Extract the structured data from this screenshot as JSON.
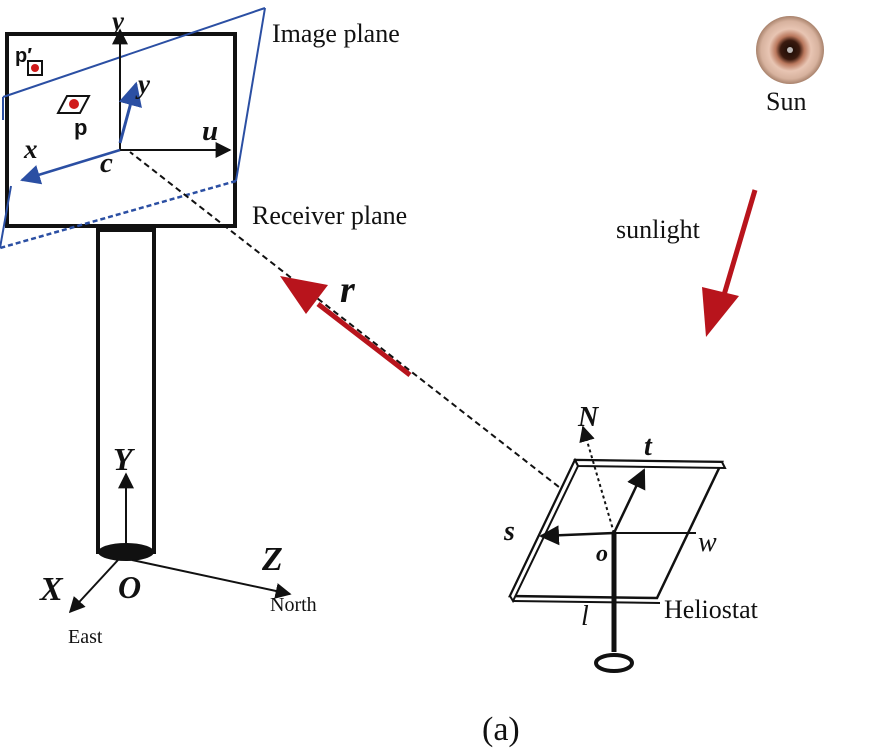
{
  "labels": {
    "image_plane": "Image plane",
    "receiver_plane": "Receiver plane",
    "sun": "Sun",
    "sunlight": "sunlight",
    "heliostat": "Heliostat",
    "east": "East",
    "north": "North",
    "caption": "(a)"
  },
  "symbols": {
    "y_image": "y",
    "y_receiver": "y",
    "x_image": "x",
    "u_axis": "u",
    "c_point": "c",
    "p_point": "p",
    "p_prime": "p′",
    "r_vector": "r",
    "Y_axis": "Y",
    "X_axis": "X",
    "Z_axis": "Z",
    "O_origin": "O",
    "N_normal": "N",
    "t_axis": "t",
    "s_axis": "s",
    "w_dim": "w",
    "l_dim": "l",
    "o_point": "o"
  },
  "colors": {
    "ink": "#111111",
    "image_plane_blue": "#2b4fa3",
    "ray_red": "#b8141c",
    "point_red": "#d01a1a"
  }
}
